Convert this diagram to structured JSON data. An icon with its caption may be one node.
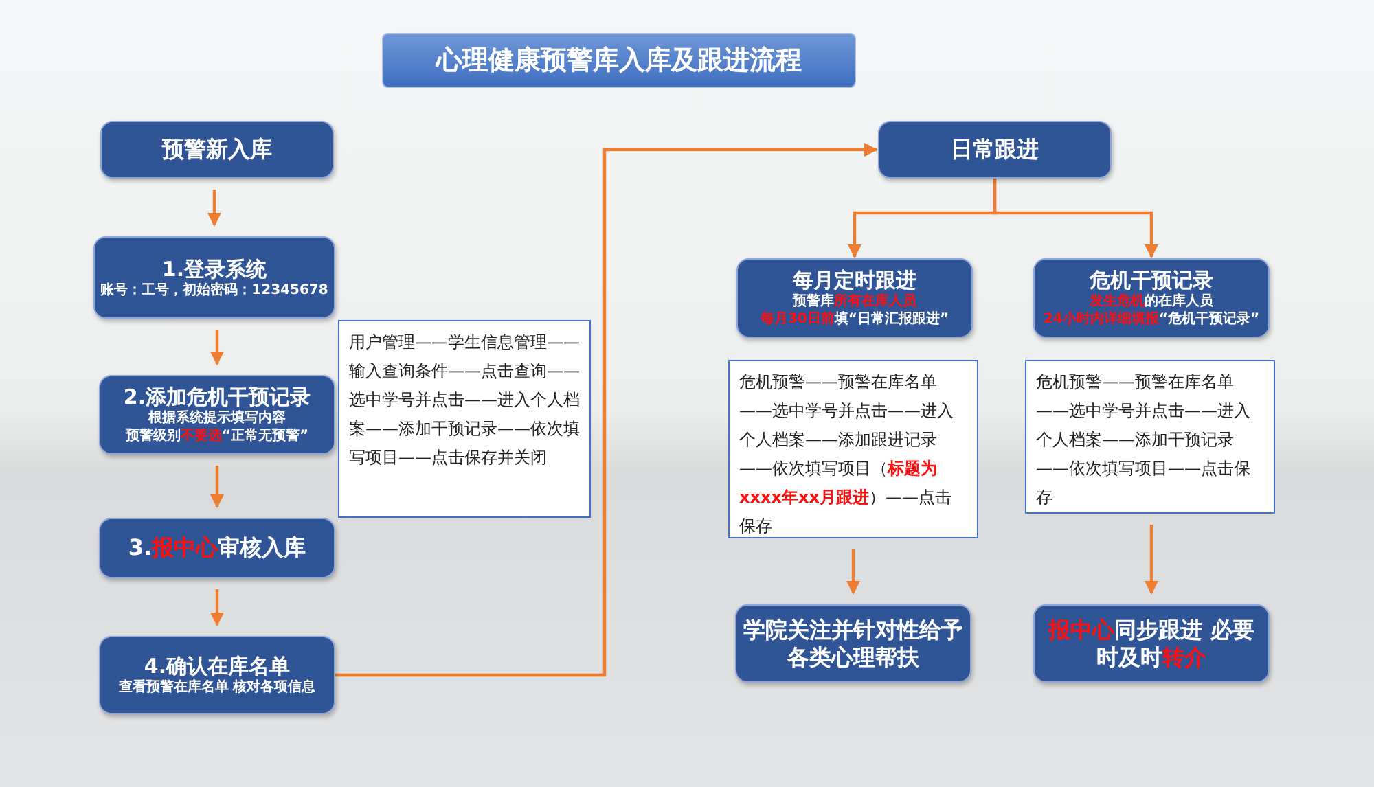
{
  "diagram": {
    "title": "心理健康预警库入库及跟进流程",
    "nodes": [
      {
        "text": [
          "预警新入库"
        ]
      },
      {
        "text": [
          "1.登录系统",
          "账号：工号，初始密码：12345678"
        ]
      },
      {
        "text": [
          "2.添加危机干预记录",
          "根据系统提示填写内容",
          "预警级别**不要选**“正常无预警”"
        ]
      },
      {
        "text": [
          "3.**报中心**审核入库"
        ]
      },
      {
        "text": [
          "4.确认在库名单",
          "查看预警在库名单 核对各项信息"
        ]
      },
      {
        "text": [
          "用户管理——学生信息管理——输入查询条件——点击查询——选中学号并点击——进入个人档案——添加干预记录——依次填写项目——点击保存并关闭"
        ]
      },
      {
        "text": [
          "日常跟进"
        ]
      },
      {
        "text": [
          "每月定时跟进",
          "预警库**所有在库人员**",
          "**每月30日前**填“日常汇报跟进”"
        ]
      },
      {
        "text": [
          "危机干预记录",
          "**发生危机**的在库人员",
          "**24小时内详细填报**“危机干预记录”"
        ]
      },
      {
        "text": [
          "危机预警——预警在库名单——选中学号并点击——进入个人档案——添加跟进记录——依次填写项目（**标题为xxxx年xx月跟进**）——点击保存"
        ]
      },
      {
        "text": [
          "危机预警——预警在库名单——选中学号并点击——进入个人档案——添加干预记录——依次填写项目——点击保存"
        ]
      },
      {
        "text": [
          "学院关注并针对性给予各类心理帮扶"
        ]
      },
      {
        "text": [
          "**报中心**同步跟进 必要时及时**转介**"
        ]
      }
    ],
    "edges": [
      {
        "from": 0,
        "to": 1,
        "arrow": "to"
      },
      {
        "from": 1,
        "to": 2,
        "arrow": "to"
      },
      {
        "from": 2,
        "to": 3,
        "arrow": "to"
      },
      {
        "from": 3,
        "to": 4,
        "arrow": "to"
      },
      {
        "from": 4,
        "to": 6,
        "arrow": "to"
      },
      {
        "from": 6,
        "to": 7,
        "arrow": "to"
      },
      {
        "from": 6,
        "to": 8,
        "arrow": "to"
      },
      {
        "from": 9,
        "to": 11,
        "arrow": "to"
      },
      {
        "from": 10,
        "to": 12,
        "arrow": "to"
      }
    ]
  }
}
